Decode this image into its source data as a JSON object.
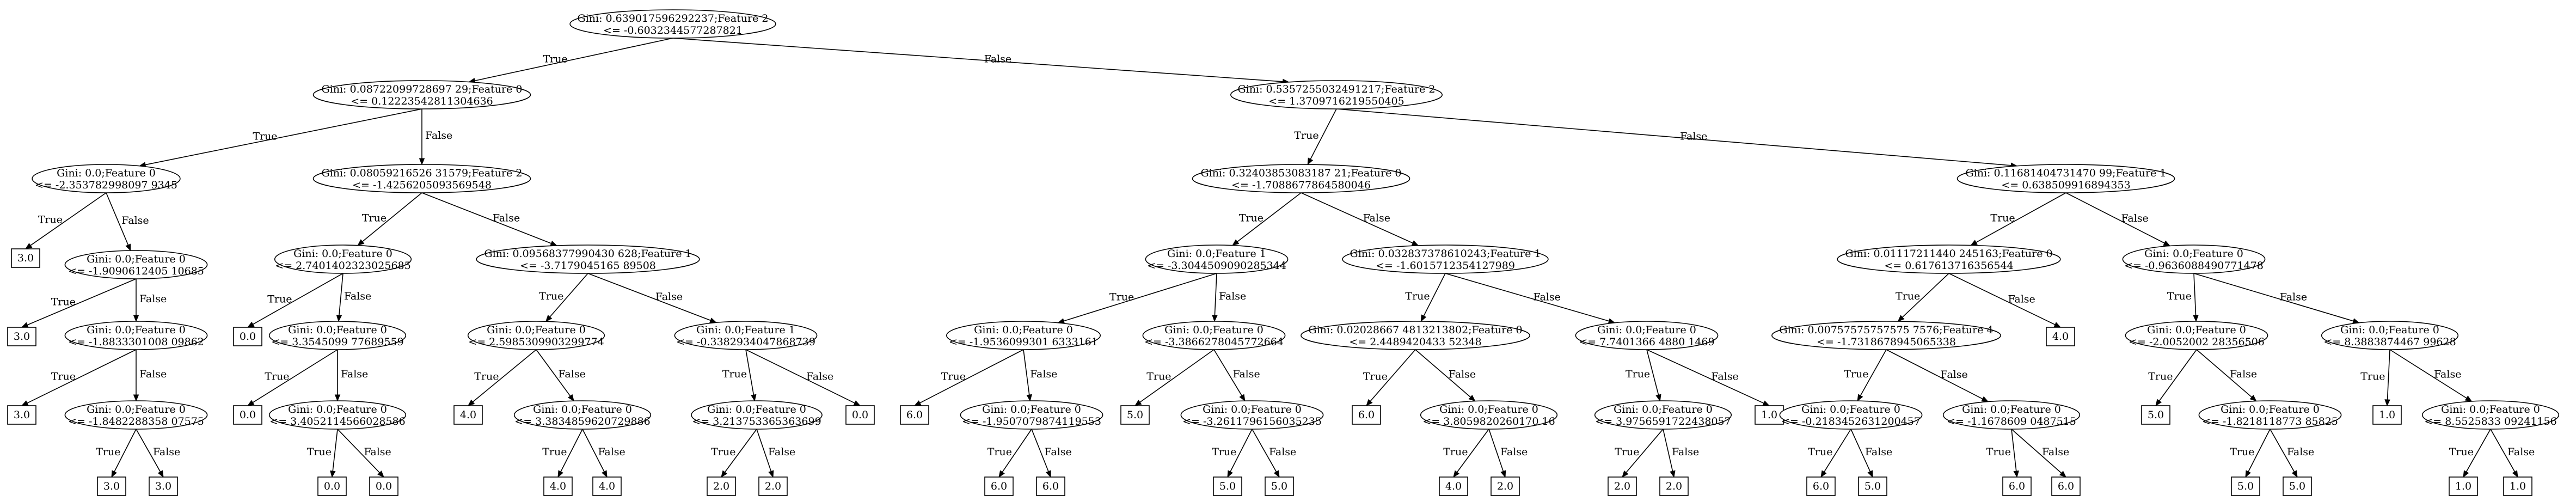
{
  "nodes": [
    {
      "id": "n0",
      "kind": "split",
      "lines": [
        "Gini: 0.639017596292237;Feature 2",
        "<= -0.6032344577287821"
      ]
    },
    {
      "id": "n1",
      "kind": "split",
      "lines": [
        "Gini: 0.08722099728697 29;Feature 0",
        "<= 0.12223542811304636"
      ]
    },
    {
      "id": "n2",
      "kind": "split",
      "lines": [
        "Gini: 0.5357255032491217;Feature 2",
        "<= 1.3709716219550405"
      ]
    },
    {
      "id": "n3",
      "kind": "split",
      "lines": [
        "Gini: 0.0;Feature 0",
        "<= -2.353782998097 9345"
      ]
    },
    {
      "id": "n4",
      "kind": "split",
      "lines": [
        "Gini: 0.08059216526 31579;Feature 2",
        "<= -1.4256205093569548"
      ]
    },
    {
      "id": "n5",
      "kind": "split",
      "lines": [
        "Gini: 0.32403853083187 21;Feature 0",
        "<= -1.7088677864580046"
      ]
    },
    {
      "id": "n6",
      "kind": "split",
      "lines": [
        "Gini: 0.11681404731470 99;Feature 1",
        "<= 0.638509916894353"
      ]
    },
    {
      "id": "n7",
      "kind": "leaf",
      "lines": [
        "3.0"
      ]
    },
    {
      "id": "n8",
      "kind": "split",
      "lines": [
        "Gini: 0.0;Feature 0",
        "<= -1.9090612405 10685"
      ]
    },
    {
      "id": "n9",
      "kind": "split",
      "lines": [
        "Gini: 0.0;Feature 0",
        "<= 2.7401402323025685"
      ]
    },
    {
      "id": "n10",
      "kind": "split",
      "lines": [
        "Gini: 0.09568377990430 628;Feature 1",
        "<= -3.7179045165 89508"
      ]
    },
    {
      "id": "n11",
      "kind": "split",
      "lines": [
        "Gini: 0.0;Feature 1",
        "<= -3.3044509090285344"
      ]
    },
    {
      "id": "n12",
      "kind": "split",
      "lines": [
        "Gini: 0.032837378610243;Feature 1",
        "<= -1.6015712354127989"
      ]
    },
    {
      "id": "n13",
      "kind": "split",
      "lines": [
        "Gini: 0.01117211440 245163;Feature 0",
        "<= 0.617613716356544"
      ]
    },
    {
      "id": "n14",
      "kind": "split",
      "lines": [
        "Gini: 0.0;Feature 0",
        "<= -0.9636088490771478"
      ]
    },
    {
      "id": "n15",
      "kind": "leaf",
      "lines": [
        "3.0"
      ]
    },
    {
      "id": "n16",
      "kind": "split",
      "lines": [
        "Gini: 0.0;Feature 0",
        "<= -1.8833301008 09862"
      ]
    },
    {
      "id": "n17",
      "kind": "leaf",
      "lines": [
        "0.0"
      ]
    },
    {
      "id": "n18",
      "kind": "split",
      "lines": [
        "Gini: 0.0;Feature 0",
        "<= 3.3545099 77689559"
      ]
    },
    {
      "id": "n19",
      "kind": "split",
      "lines": [
        "Gini: 0.0;Feature 0",
        "<= 2.5985309903299774"
      ]
    },
    {
      "id": "n20",
      "kind": "split",
      "lines": [
        "Gini: 0.0;Feature 1",
        "<= -0.3382934047868739"
      ]
    },
    {
      "id": "n21",
      "kind": "split",
      "lines": [
        "Gini: 0.0;Feature 0",
        "<= -1.9536099301 6333161"
      ]
    },
    {
      "id": "n22",
      "kind": "split",
      "lines": [
        "Gini: 0.0;Feature 0",
        "<= -3.3866278045772664"
      ]
    },
    {
      "id": "n23",
      "kind": "split",
      "lines": [
        "Gini: 0.02028667 4813213802;Feature 0",
        "<= 2.4489420433 52348"
      ]
    },
    {
      "id": "n24",
      "kind": "split",
      "lines": [
        "Gini: 0.0;Feature 0",
        "<= 7.7401366 4880 1469"
      ]
    },
    {
      "id": "n25",
      "kind": "split",
      "lines": [
        "Gini: 0.00757575757575 7576;Feature 4",
        "<= -1.7318678945065338"
      ]
    },
    {
      "id": "n26",
      "kind": "leaf",
      "lines": [
        "4.0"
      ]
    },
    {
      "id": "n27",
      "kind": "split",
      "lines": [
        "Gini: 0.0;Feature 0",
        "<= -2.0052002 28356506"
      ]
    },
    {
      "id": "n28",
      "kind": "split",
      "lines": [
        "Gini: 0.0;Feature 0",
        "<= 8.3883874467 99628"
      ]
    },
    {
      "id": "n29",
      "kind": "leaf",
      "lines": [
        "3.0"
      ]
    },
    {
      "id": "n30",
      "kind": "split",
      "lines": [
        "Gini: 0.0;Feature 0",
        "<= -1.8482288358 07575"
      ]
    },
    {
      "id": "n31",
      "kind": "leaf",
      "lines": [
        "0.0"
      ]
    },
    {
      "id": "n32",
      "kind": "split",
      "lines": [
        "Gini: 0.0;Feature 0",
        "<= 3.4052114566028586"
      ]
    },
    {
      "id": "n33",
      "kind": "leaf",
      "lines": [
        "4.0"
      ]
    },
    {
      "id": "n34",
      "kind": "split",
      "lines": [
        "Gini: 0.0;Feature 0",
        "<= 3.3834859620729886"
      ]
    },
    {
      "id": "n35",
      "kind": "split",
      "lines": [
        "Gini: 0.0;Feature 0",
        "<= 3.213753365363699"
      ]
    },
    {
      "id": "n36",
      "kind": "leaf",
      "lines": [
        "0.0"
      ]
    },
    {
      "id": "n37",
      "kind": "leaf",
      "lines": [
        "6.0"
      ]
    },
    {
      "id": "n38",
      "kind": "split",
      "lines": [
        "Gini: 0.0;Feature 0",
        "<= -1.9507079874119553"
      ]
    },
    {
      "id": "n39",
      "kind": "leaf",
      "lines": [
        "5.0"
      ]
    },
    {
      "id": "n40",
      "kind": "split",
      "lines": [
        "Gini: 0.0;Feature 0",
        "<= -3.2611796156035235"
      ]
    },
    {
      "id": "n41",
      "kind": "leaf",
      "lines": [
        "6.0"
      ]
    },
    {
      "id": "n42",
      "kind": "split",
      "lines": [
        "Gini: 0.0;Feature 0",
        "<= 3.8059820260170 16"
      ]
    },
    {
      "id": "n43",
      "kind": "split",
      "lines": [
        "Gini: 0.0;Feature 0",
        "<= 3.9756591722438057"
      ]
    },
    {
      "id": "n44",
      "kind": "leaf",
      "lines": [
        "1.0"
      ]
    },
    {
      "id": "n45",
      "kind": "split",
      "lines": [
        "Gini: 0.0;Feature 0",
        "<= -0.2183452631200457"
      ]
    },
    {
      "id": "n46",
      "kind": "split",
      "lines": [
        "Gini: 0.0;Feature 0",
        "<= -1.1678609 0487515"
      ]
    },
    {
      "id": "n47",
      "kind": "leaf",
      "lines": [
        "5.0"
      ]
    },
    {
      "id": "n48",
      "kind": "split",
      "lines": [
        "Gini: 0.0;Feature 0",
        "<= -1.8218118773 85825"
      ]
    },
    {
      "id": "n49",
      "kind": "leaf",
      "lines": [
        "1.0"
      ]
    },
    {
      "id": "n50",
      "kind": "split",
      "lines": [
        "Gini: 0.0;Feature 0",
        "<= 8.5525833 09241156"
      ]
    },
    {
      "id": "n51",
      "kind": "leaf",
      "lines": [
        "3.0"
      ]
    },
    {
      "id": "n52",
      "kind": "leaf",
      "lines": [
        "3.0"
      ]
    },
    {
      "id": "n53",
      "kind": "leaf",
      "lines": [
        "0.0"
      ]
    },
    {
      "id": "n54",
      "kind": "leaf",
      "lines": [
        "0.0"
      ]
    },
    {
      "id": "n55",
      "kind": "leaf",
      "lines": [
        "4.0"
      ]
    },
    {
      "id": "n56",
      "kind": "leaf",
      "lines": [
        "4.0"
      ]
    },
    {
      "id": "n57",
      "kind": "leaf",
      "lines": [
        "2.0"
      ]
    },
    {
      "id": "n58",
      "kind": "leaf",
      "lines": [
        "2.0"
      ]
    },
    {
      "id": "n59",
      "kind": "leaf",
      "lines": [
        "6.0"
      ]
    },
    {
      "id": "n60",
      "kind": "leaf",
      "lines": [
        "6.0"
      ]
    },
    {
      "id": "n61",
      "kind": "leaf",
      "lines": [
        "5.0"
      ]
    },
    {
      "id": "n62",
      "kind": "leaf",
      "lines": [
        "5.0"
      ]
    },
    {
      "id": "n63",
      "kind": "leaf",
      "lines": [
        "4.0"
      ]
    },
    {
      "id": "n64",
      "kind": "leaf",
      "lines": [
        "2.0"
      ]
    },
    {
      "id": "n65",
      "kind": "leaf",
      "lines": [
        "2.0"
      ]
    },
    {
      "id": "n66",
      "kind": "leaf",
      "lines": [
        "2.0"
      ]
    },
    {
      "id": "n67",
      "kind": "leaf",
      "lines": [
        "6.0"
      ]
    },
    {
      "id": "n68",
      "kind": "leaf",
      "lines": [
        "5.0"
      ]
    },
    {
      "id": "n69",
      "kind": "leaf",
      "lines": [
        "6.0"
      ]
    },
    {
      "id": "n70",
      "kind": "leaf",
      "lines": [
        "6.0"
      ]
    },
    {
      "id": "n71",
      "kind": "leaf",
      "lines": [
        "5.0"
      ]
    },
    {
      "id": "n72",
      "kind": "leaf",
      "lines": [
        "5.0"
      ]
    },
    {
      "id": "n73",
      "kind": "leaf",
      "lines": [
        "1.0"
      ]
    },
    {
      "id": "n74",
      "kind": "leaf",
      "lines": [
        "1.0"
      ]
    }
  ],
  "edges": [
    {
      "from": "n0",
      "to": "n1",
      "label": "True"
    },
    {
      "from": "n0",
      "to": "n2",
      "label": "False"
    },
    {
      "from": "n1",
      "to": "n3",
      "label": "True"
    },
    {
      "from": "n1",
      "to": "n4",
      "label": "False"
    },
    {
      "from": "n2",
      "to": "n5",
      "label": "True"
    },
    {
      "from": "n2",
      "to": "n6",
      "label": "False"
    },
    {
      "from": "n3",
      "to": "n7",
      "label": "True"
    },
    {
      "from": "n3",
      "to": "n8",
      "label": "False"
    },
    {
      "from": "n4",
      "to": "n9",
      "label": "True"
    },
    {
      "from": "n4",
      "to": "n10",
      "label": "False"
    },
    {
      "from": "n5",
      "to": "n11",
      "label": "True"
    },
    {
      "from": "n5",
      "to": "n12",
      "label": "False"
    },
    {
      "from": "n6",
      "to": "n13",
      "label": "True"
    },
    {
      "from": "n6",
      "to": "n14",
      "label": "False"
    },
    {
      "from": "n8",
      "to": "n15",
      "label": "True"
    },
    {
      "from": "n8",
      "to": "n16",
      "label": "False"
    },
    {
      "from": "n9",
      "to": "n17",
      "label": "True"
    },
    {
      "from": "n9",
      "to": "n18",
      "label": "False"
    },
    {
      "from": "n10",
      "to": "n19",
      "label": "True"
    },
    {
      "from": "n10",
      "to": "n20",
      "label": "False"
    },
    {
      "from": "n11",
      "to": "n21",
      "label": "True"
    },
    {
      "from": "n11",
      "to": "n22",
      "label": "False"
    },
    {
      "from": "n12",
      "to": "n23",
      "label": "True"
    },
    {
      "from": "n12",
      "to": "n24",
      "label": "False"
    },
    {
      "from": "n13",
      "to": "n25",
      "label": "True"
    },
    {
      "from": "n13",
      "to": "n26",
      "label": "False"
    },
    {
      "from": "n14",
      "to": "n27",
      "label": "True"
    },
    {
      "from": "n14",
      "to": "n28",
      "label": "False"
    },
    {
      "from": "n16",
      "to": "n29",
      "label": "True"
    },
    {
      "from": "n16",
      "to": "n30",
      "label": "False"
    },
    {
      "from": "n18",
      "to": "n31",
      "label": "True"
    },
    {
      "from": "n18",
      "to": "n32",
      "label": "False"
    },
    {
      "from": "n19",
      "to": "n33",
      "label": "True"
    },
    {
      "from": "n19",
      "to": "n34",
      "label": "False"
    },
    {
      "from": "n20",
      "to": "n35",
      "label": "True"
    },
    {
      "from": "n20",
      "to": "n36",
      "label": "False"
    },
    {
      "from": "n21",
      "to": "n37",
      "label": "True"
    },
    {
      "from": "n21",
      "to": "n38",
      "label": "False"
    },
    {
      "from": "n22",
      "to": "n39",
      "label": "True"
    },
    {
      "from": "n22",
      "to": "n40",
      "label": "False"
    },
    {
      "from": "n23",
      "to": "n41",
      "label": "True"
    },
    {
      "from": "n23",
      "to": "n42",
      "label": "False"
    },
    {
      "from": "n24",
      "to": "n43",
      "label": "True"
    },
    {
      "from": "n24",
      "to": "n44",
      "label": "False"
    },
    {
      "from": "n25",
      "to": "n45",
      "label": "True"
    },
    {
      "from": "n25",
      "to": "n46",
      "label": "False"
    },
    {
      "from": "n27",
      "to": "n47",
      "label": "True"
    },
    {
      "from": "n27",
      "to": "n48",
      "label": "False"
    },
    {
      "from": "n28",
      "to": "n49",
      "label": "True"
    },
    {
      "from": "n28",
      "to": "n50",
      "label": "False"
    },
    {
      "from": "n30",
      "to": "n51",
      "label": "True"
    },
    {
      "from": "n30",
      "to": "n52",
      "label": "False"
    },
    {
      "from": "n32",
      "to": "n53",
      "label": "True"
    },
    {
      "from": "n32",
      "to": "n54",
      "label": "False"
    },
    {
      "from": "n34",
      "to": "n55",
      "label": "True"
    },
    {
      "from": "n34",
      "to": "n56",
      "label": "False"
    },
    {
      "from": "n35",
      "to": "n57",
      "label": "True"
    },
    {
      "from": "n35",
      "to": "n58",
      "label": "False"
    },
    {
      "from": "n38",
      "to": "n59",
      "label": "True"
    },
    {
      "from": "n38",
      "to": "n60",
      "label": "False"
    },
    {
      "from": "n40",
      "to": "n61",
      "label": "True"
    },
    {
      "from": "n40",
      "to": "n62",
      "label": "False"
    },
    {
      "from": "n42",
      "to": "n63",
      "label": "True"
    },
    {
      "from": "n42",
      "to": "n64",
      "label": "False"
    },
    {
      "from": "n43",
      "to": "n65",
      "label": "True"
    },
    {
      "from": "n43",
      "to": "n66",
      "label": "False"
    },
    {
      "from": "n45",
      "to": "n67",
      "label": "True"
    },
    {
      "from": "n45",
      "to": "n68",
      "label": "False"
    },
    {
      "from": "n46",
      "to": "n69",
      "label": "True"
    },
    {
      "from": "n46",
      "to": "n70",
      "label": "False"
    },
    {
      "from": "n48",
      "to": "n71",
      "label": "True"
    },
    {
      "from": "n48",
      "to": "n72",
      "label": "False"
    },
    {
      "from": "n50",
      "to": "n73",
      "label": "True"
    },
    {
      "from": "n50",
      "to": "n74",
      "label": "False"
    }
  ]
}
